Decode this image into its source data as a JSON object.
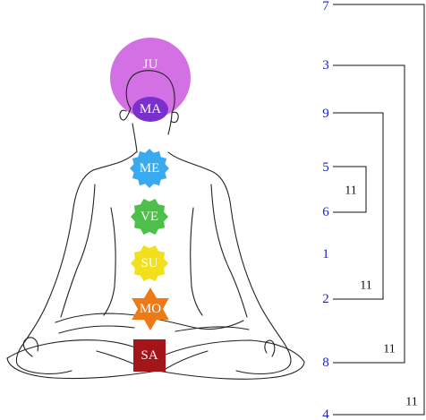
{
  "chakras": [
    {
      "key": "crown",
      "label": "JU",
      "color": "#d270e4",
      "shape": "circle"
    },
    {
      "key": "third-eye",
      "label": "MA",
      "color": "#7a30cc",
      "shape": "ellipse"
    },
    {
      "key": "throat",
      "label": "ME",
      "color": "#3aaaf0",
      "shape": "flower"
    },
    {
      "key": "heart",
      "label": "VE",
      "color": "#4fbf4b",
      "shape": "flower"
    },
    {
      "key": "solar-plexus",
      "label": "SU",
      "color": "#f2e01c",
      "shape": "flower"
    },
    {
      "key": "sacral",
      "label": "MO",
      "color": "#ee7a17",
      "shape": "star"
    },
    {
      "key": "root",
      "label": "SA",
      "color": "#a4151a",
      "shape": "square"
    }
  ],
  "numbers": [
    {
      "key": "n7",
      "value": "7"
    },
    {
      "key": "n3",
      "value": "3"
    },
    {
      "key": "n9",
      "value": "9"
    },
    {
      "key": "n5",
      "value": "5"
    },
    {
      "key": "n6",
      "value": "6"
    },
    {
      "key": "n1",
      "value": "1"
    },
    {
      "key": "n2",
      "value": "2"
    },
    {
      "key": "n8",
      "value": "8"
    },
    {
      "key": "n4",
      "value": "4"
    }
  ],
  "pair_sums": [
    {
      "key": "s56",
      "value": "11"
    },
    {
      "key": "s92",
      "value": "11"
    },
    {
      "key": "s38",
      "value": "11"
    },
    {
      "key": "s74",
      "value": "11"
    }
  ]
}
